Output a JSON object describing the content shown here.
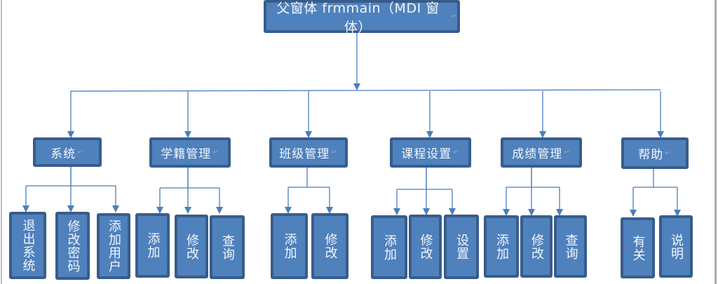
{
  "colors": {
    "box_fill": "#4f81bd",
    "box_border": "#385d8a",
    "connector": "#4a7ebb",
    "text": "#f3f6fb"
  },
  "root": {
    "label": "父窗体 frmmain（MDI 窗体）",
    "mark": "↵"
  },
  "menus": [
    {
      "label": "系统",
      "items": [
        "退出系统",
        "修改密码",
        "添加用户"
      ]
    },
    {
      "label": "学籍管理",
      "items": [
        "添加",
        "修改",
        "查询"
      ]
    },
    {
      "label": "班级管理",
      "items": [
        "添加",
        "修改"
      ]
    },
    {
      "label": "课程设置",
      "items": [
        "添加",
        "修改",
        "设置"
      ]
    },
    {
      "label": "成绩管理",
      "items": [
        "添加",
        "修改",
        "查询"
      ]
    },
    {
      "label": "帮助",
      "items": [
        "有关",
        "说明"
      ]
    }
  ],
  "mark": "↵"
}
